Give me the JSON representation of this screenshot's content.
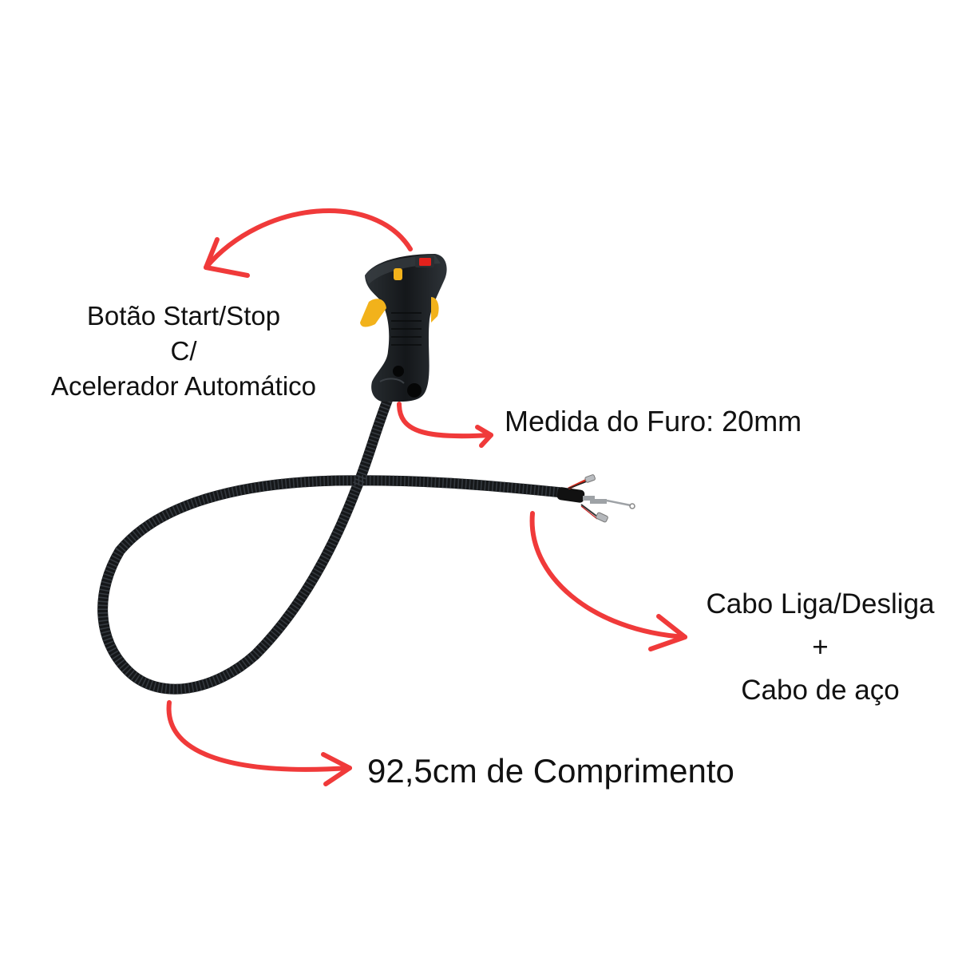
{
  "labels": {
    "button": {
      "line1": "Botão Start/Stop",
      "line2": "C/",
      "line3": "Acelerador Automático"
    },
    "hole": "Medida do Furo: 20mm",
    "cables": {
      "line1": "Cabo Liga/Desliga",
      "line2": "+",
      "line3": "Cabo de aço"
    },
    "length": "92,5cm de Comprimento"
  },
  "colors": {
    "arrow": "#f03a3a",
    "handle": "#1f2326",
    "trigger": "#f2b21b",
    "cable": "#151719",
    "switch": "#e2211c"
  },
  "icons": [
    "red-arrow-icon",
    "throttle-handle-icon",
    "corrugated-cable-icon"
  ]
}
